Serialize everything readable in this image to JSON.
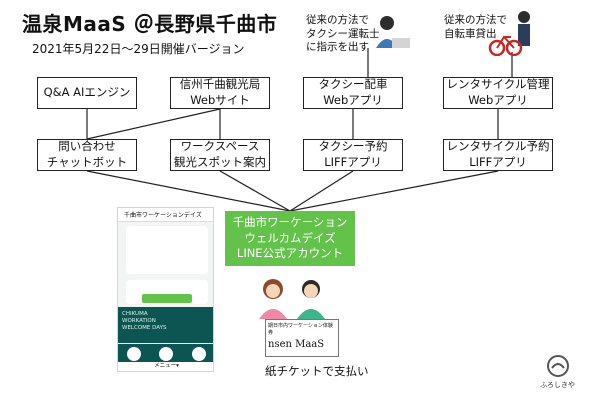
{
  "title": "温泉MaaS ＠長野県千曲市",
  "subtitle": "2021年5月22日〜29日開催バージョン",
  "boxes": {
    "qa_ai": "Q&A AIエンジン",
    "kanko_web": "信州千曲観光局\nWebサイト",
    "taxi_web": "タクシー配車\nWebアプリ",
    "rental_web": "レンタサイクル管理\nWebアプリ",
    "chatbot": "問い合わせ\nチャットボット",
    "workspace": "ワークスペース\n観光スポット案内",
    "taxi_liff": "タクシー予約\nLIFFアプリ",
    "rental_liff": "レンタサイクル予約\nLIFFアプリ",
    "center": "千曲市ワーケーション\nウェルカムデイズ\nLINE公式アカウント"
  },
  "notes": {
    "taxi_old": "従来の方法で\nタクシー運転士\nに指示を出す",
    "bike_old": "従来の方法で\n自転車貸出"
  },
  "phone": {
    "header": "千曲市ワーケーションデイズ",
    "banner": "CHIKUMA\nWORKATION\nWELCOME DAYS",
    "menu": "メニュー▾"
  },
  "ticket": {
    "heading": "期日市内ワーケーション体験券",
    "logo_text": "nsen MaaS"
  },
  "caption": "紙チケットで支払い",
  "logo_text": "ふろしきや",
  "colors": {
    "center_green": "#62c24a",
    "banner_teal": "#0c5553"
  }
}
